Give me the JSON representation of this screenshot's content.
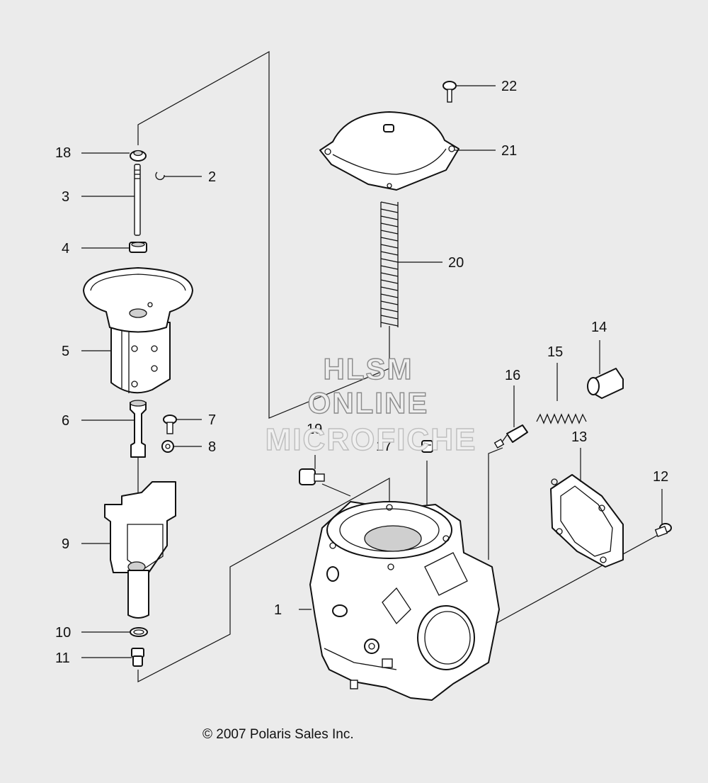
{
  "callouts": {
    "c1": "1",
    "c2": "2",
    "c3": "3",
    "c4": "4",
    "c5": "5",
    "c6": "6",
    "c7": "7",
    "c8": "8",
    "c9": "9",
    "c10": "10",
    "c11": "11",
    "c12": "12",
    "c13": "13",
    "c14": "14",
    "c15": "15",
    "c16": "16",
    "c17": "17",
    "c18": "18",
    "c19": "19",
    "c20": "20",
    "c21": "21",
    "c22": "22"
  },
  "watermark": {
    "line1": "HLSM",
    "line2": "ONLINE",
    "line3": "MICROFICHE"
  },
  "copyright": "© 2007 Polaris Sales Inc."
}
